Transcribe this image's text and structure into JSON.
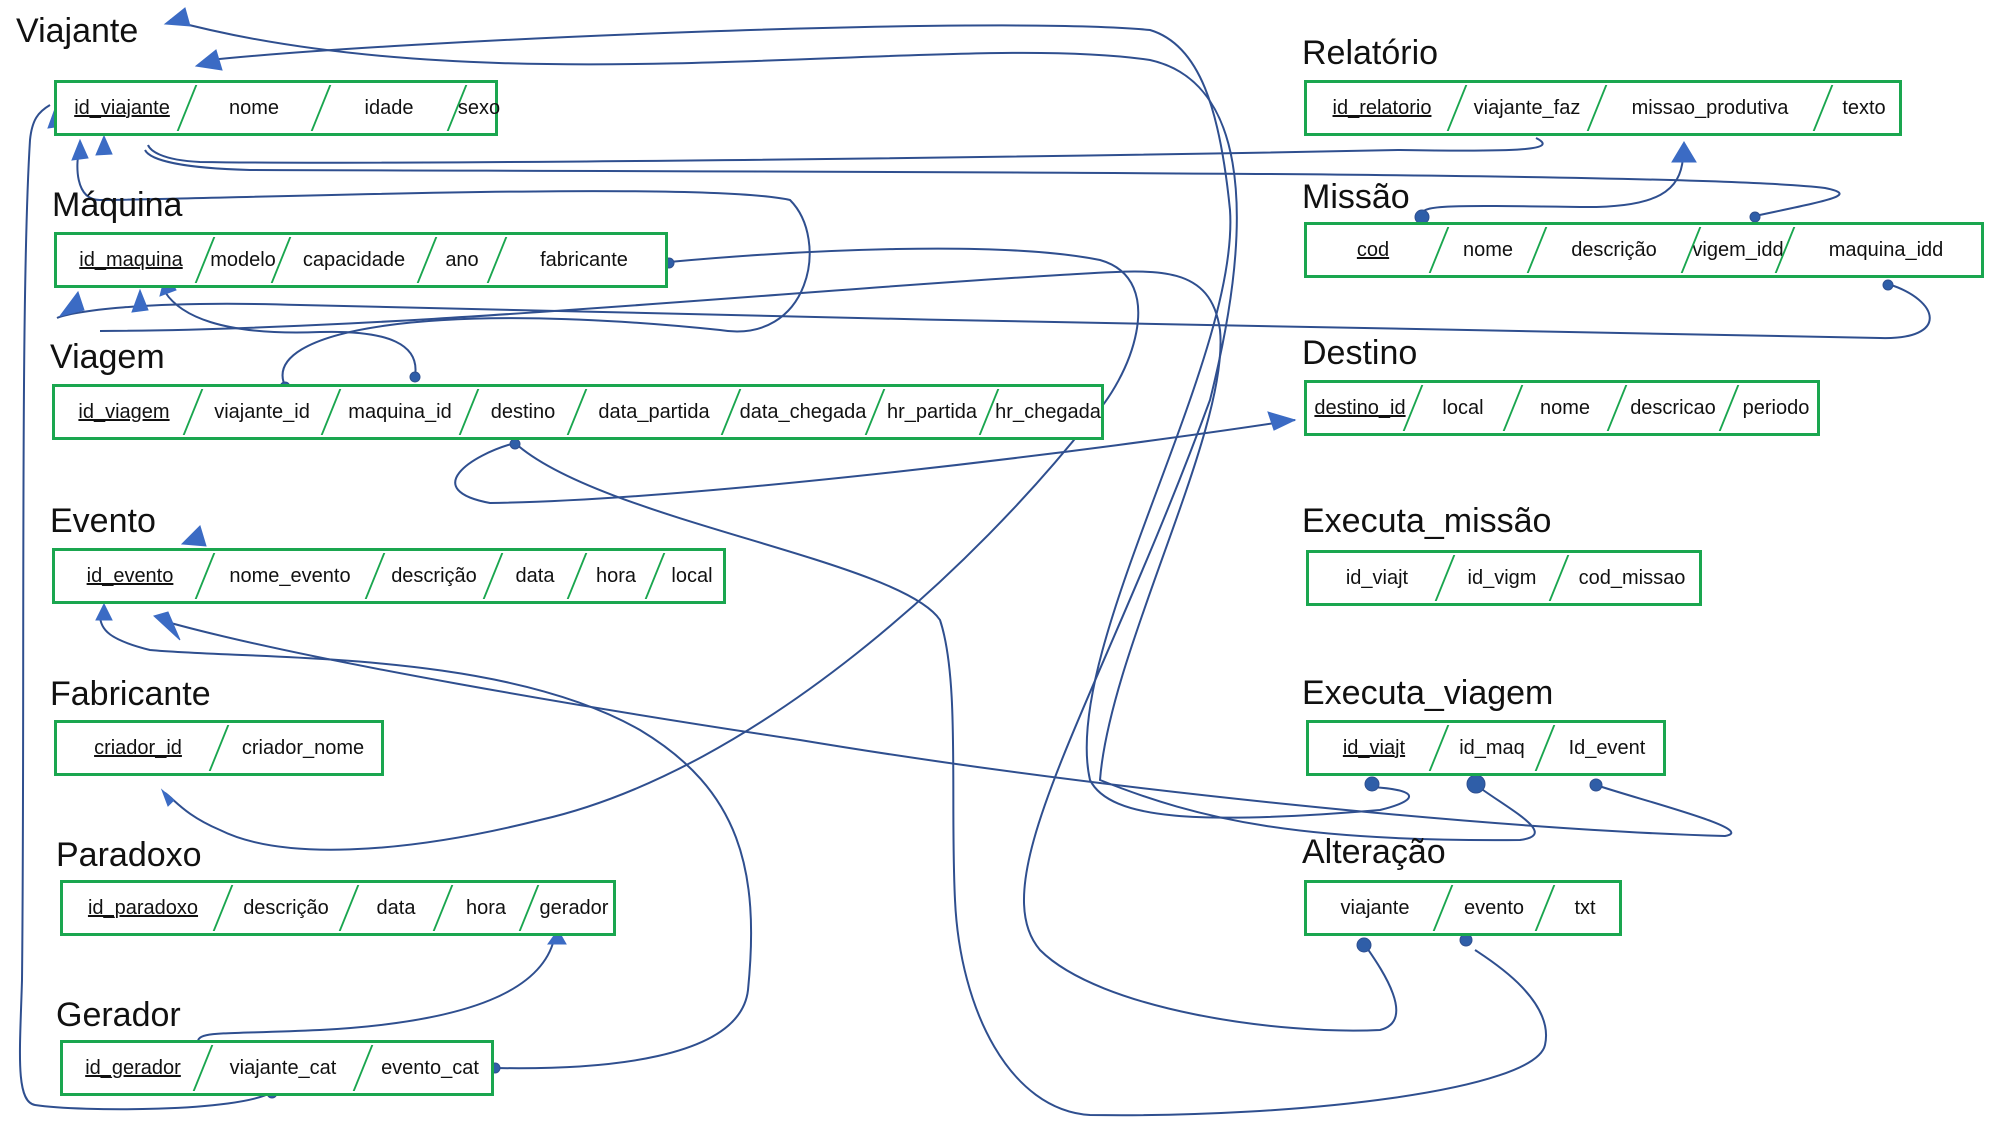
{
  "theme": {
    "box_border": "#1aa64f",
    "link_color": "#2f4f8f",
    "arrow_color": "#3b6bc4",
    "text_color": "#111111"
  },
  "entities": {
    "viajante": {
      "title": "Viajante",
      "fields": [
        "id_viajante",
        "nome",
        "idade",
        "sexo"
      ]
    },
    "maquina": {
      "title": "Máquina",
      "fields": [
        "id_maquina",
        "modelo",
        "capacidade",
        "ano",
        "fabricante"
      ]
    },
    "viagem": {
      "title": "Viagem",
      "fields": [
        "id_viagem",
        "viajante_id",
        "maquina_id",
        "destino",
        "data_partida",
        "data_chegada",
        "hr_partida",
        "hr_chegada"
      ]
    },
    "evento": {
      "title": "Evento",
      "fields": [
        "id_evento",
        "nome_evento",
        "descrição",
        "data",
        "hora",
        "local"
      ]
    },
    "fabricante": {
      "title": "Fabricante",
      "fields": [
        "criador_id",
        "criador_nome"
      ]
    },
    "paradoxo": {
      "title": "Paradoxo",
      "fields": [
        "id_paradoxo",
        "descrição",
        "data",
        "hora",
        "gerador"
      ]
    },
    "gerador": {
      "title": "Gerador",
      "fields": [
        "id_gerador",
        "viajante_cat",
        "evento_cat"
      ]
    },
    "relatorio": {
      "title": "Relatório",
      "fields": [
        "id_relatorio",
        "viajante_faz",
        "missao_produtiva",
        "texto"
      ]
    },
    "missao": {
      "title": "Missão",
      "fields": [
        "cod",
        "nome",
        "descrição",
        "vigem_idd",
        "maquina_idd"
      ]
    },
    "destino": {
      "title": "Destino",
      "fields": [
        "destino_id",
        "local",
        "nome",
        "descricao",
        "periodo"
      ]
    },
    "executa_missao": {
      "title": "Executa_missão",
      "fields": [
        "id_viajt",
        "id_vigm",
        "cod_missao"
      ]
    },
    "executa_viagem": {
      "title": "Executa_viagem",
      "fields": [
        "id_viajt",
        "id_maq",
        "Id_event"
      ]
    },
    "alteracao": {
      "title": "Alteração",
      "fields": [
        "viajante",
        "evento",
        "txt"
      ]
    }
  }
}
